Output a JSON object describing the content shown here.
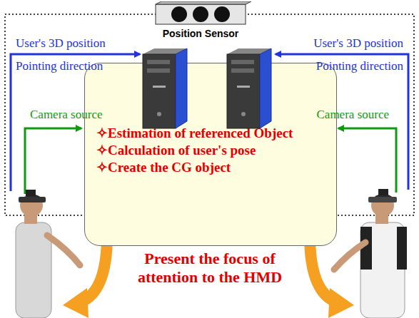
{
  "diagram": {
    "nodes": [
      {
        "text": [
          "Position Sensor"
        ]
      },
      {
        "text": [
          "✧Estimation of referenced Object",
          "✧Calculation of user's pose",
          "✧Create the CG object"
        ]
      }
    ],
    "labels": [
      "User's 3D position",
      "Pointing direction",
      "User's 3D position",
      "Pointing direction",
      "Camera source",
      "Camera source",
      "Present the focus of attention to the HMD"
    ]
  }
}
